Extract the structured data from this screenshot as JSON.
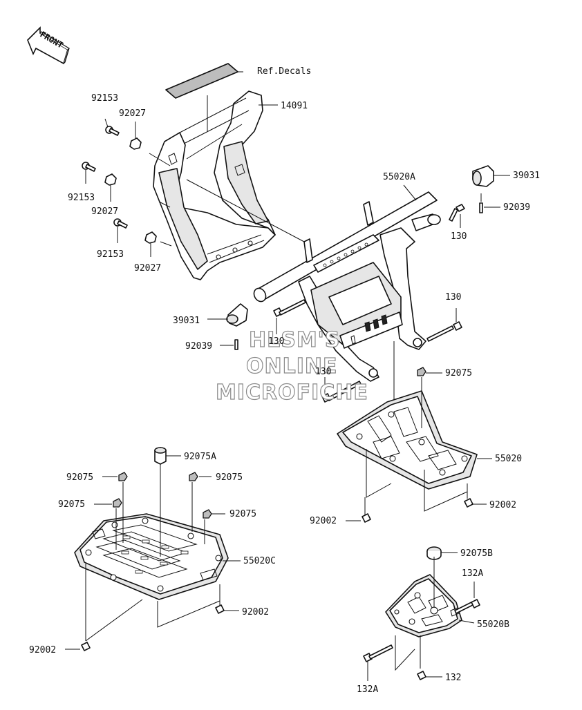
{
  "front_label": "FRONT",
  "callouts": {
    "ref_decals": "Ref.Decals",
    "p14091": "14091",
    "p92153_a": "92153",
    "p92027_a": "92027",
    "p92153_b": "92153",
    "p92027_b": "92027",
    "p92153_c": "92153",
    "p92027_c": "92027",
    "p55020A": "55020A",
    "p39031_a": "39031",
    "p92039_a": "92039",
    "p130_a": "130",
    "p130_b": "130",
    "p39031_b": "39031",
    "p92039_b": "92039",
    "p130_c": "130",
    "p130_d": "130",
    "p92075_a": "92075",
    "p55020": "55020",
    "p92002_a": "92002",
    "p92002_b": "92002",
    "p92075A": "92075A",
    "p92075_b": "92075",
    "p92075_c": "92075",
    "p92075_d": "92075",
    "p92075_e": "92075",
    "p55020C": "55020C",
    "p92002_c": "92002",
    "p92002_d": "92002",
    "p92075B": "92075B",
    "p132A_a": "132A",
    "p55020B": "55020B",
    "p132A_b": "132A",
    "p132": "132"
  },
  "watermark": {
    "line1": "HLSM'S",
    "line2": "ONLINE",
    "line3": "MICROFICHE"
  }
}
